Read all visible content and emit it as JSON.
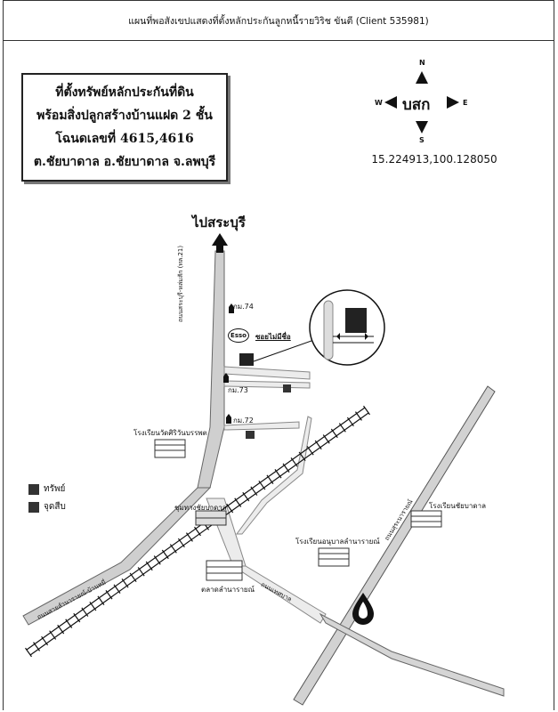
{
  "header": {
    "title": "แผนที่พอสังเขปแสดงที่ตั้งหลักประกันลูกหนี้รายวิริช ขันตี (Client 535981)"
  },
  "title_box": {
    "lines": [
      "ที่ตั้งทรัพย์หลักประกันที่ดิน",
      "พร้อมสิ่งปลูกสร้างบ้านแฝด 2 ชั้น",
      "โฉนดเลขที่ 4615,4616",
      "ต.ชัยบาดาล อ.ชัยบาดาล จ.ลพบุรี"
    ]
  },
  "compass": {
    "n": "N",
    "s": "S",
    "e": "E",
    "w": "W",
    "center": "บสก"
  },
  "coordinates": "15.224913,100.128050",
  "map": {
    "to_label": "ไปสระบุรี",
    "esso": "Esso",
    "soi_label": "ซอยไม่มีชื่อ",
    "km74": "กม.74",
    "km73": "กม.73",
    "km72": "กม.72",
    "main_road": "ถนนสระบุรี-หล่มสัก (ทล.21)",
    "school_1": "โรงเรียนวัดศิริวันบรรพต",
    "school_2": "โรงเรียนอนุบาลลำนารายณ์",
    "school_3": "โรงเรียนชัยบาดาล",
    "station": "ชุมทางชัยบาดาล",
    "market": "ตลาดลำนารายณ์",
    "road_2": "ถนนสุระนารายณ์",
    "road_3": "ถนนเทศบาล",
    "railway_road": "ถนนสายลำนารายณ์-บ้านหมี่"
  },
  "legend": [
    {
      "label": "ทรัพย์",
      "color": "#333333"
    },
    {
      "label": "จุดสืบ",
      "color": "#333333"
    }
  ]
}
